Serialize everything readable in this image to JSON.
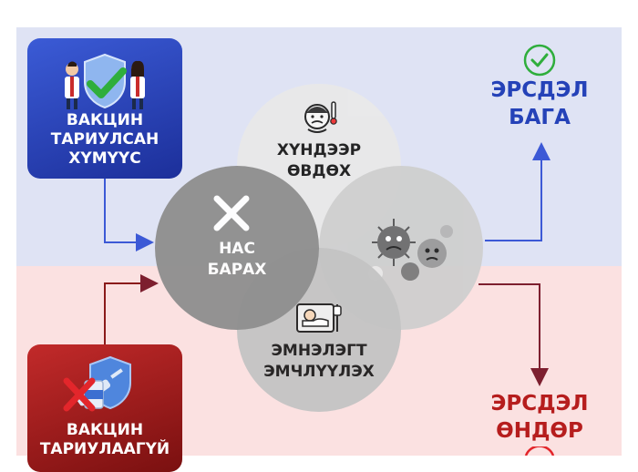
{
  "vaccinated": {
    "lines": [
      "ВАКЦИН",
      "ТАРИУЛСАН",
      "ХҮМҮҮС"
    ]
  },
  "unvaccinated": {
    "lines": [
      "ВАКЦИН",
      "ТАРИУЛААГҮЙ"
    ]
  },
  "outcomes": {
    "severe": [
      "ХҮНДЭЭР",
      "ӨВДӨХ"
    ],
    "death": [
      "НАС",
      "БАРАХ"
    ],
    "hospital": [
      "ЭМНЭЛЭГТ",
      "ЭМЧЛҮҮЛЭХ"
    ]
  },
  "risk_low": [
    "ЭРСДЭЛ",
    "БАГА"
  ],
  "risk_high": [
    "ЭРСДЭЛ",
    "ӨНДӨР"
  ],
  "colors": {
    "low_accent": "#2542b8",
    "high_accent": "#b61d1d",
    "check": "#2fae3c",
    "cross": "#e3262b",
    "arrow_to_low": "#3c59d6",
    "arrow_to_high": "#7d1f2f"
  },
  "icons": {
    "vaccinated_card": "shield-people-check-icon",
    "unvaccinated_card": "shield-syringe-cross-icon",
    "severe": "sick-person-thermometer-icon",
    "death": "cross-x-icon",
    "virus": "virus-cluster-icon",
    "hospital": "hospital-bed-icon",
    "low_risk": "check-circle-icon",
    "high_risk": "warning-circle-icon"
  }
}
